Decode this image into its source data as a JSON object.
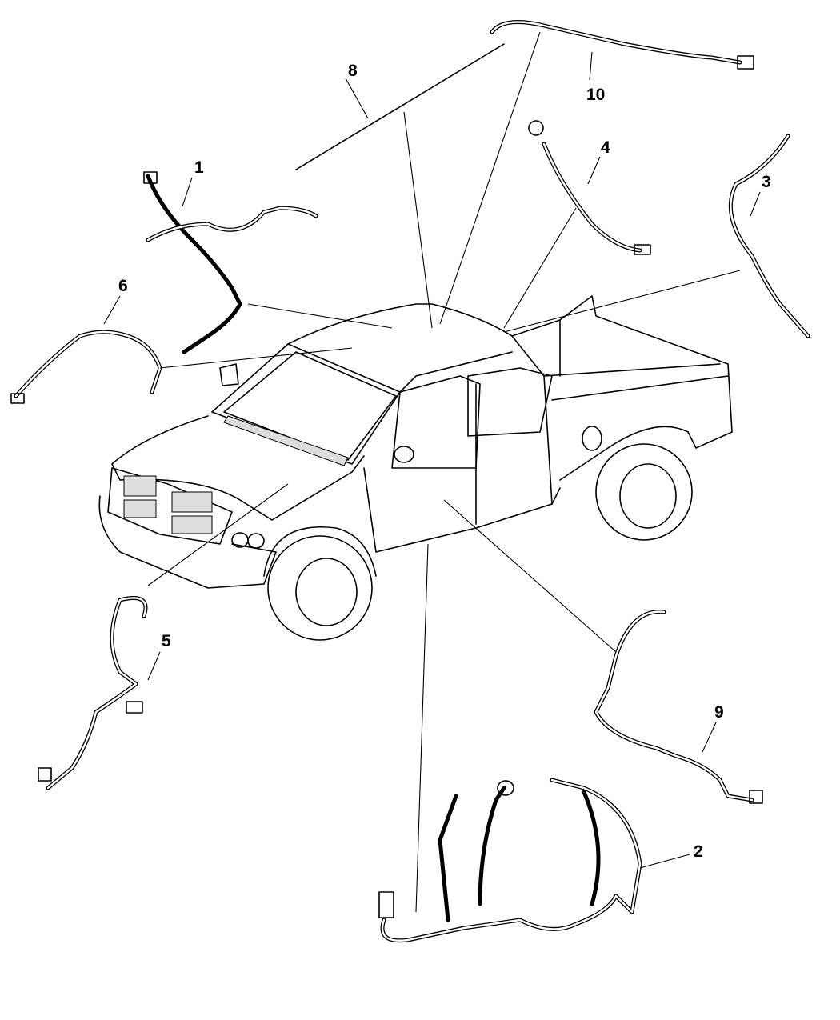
{
  "diagram": {
    "title": "Wiring harness parts diagram",
    "callouts": [
      {
        "id": "1",
        "text": "1"
      },
      {
        "id": "2",
        "text": "2"
      },
      {
        "id": "3",
        "text": "3"
      },
      {
        "id": "4",
        "text": "4"
      },
      {
        "id": "5",
        "text": "5"
      },
      {
        "id": "6",
        "text": "6"
      },
      {
        "id": "8",
        "text": "8"
      },
      {
        "id": "9",
        "text": "9"
      },
      {
        "id": "10",
        "text": "10"
      }
    ]
  }
}
